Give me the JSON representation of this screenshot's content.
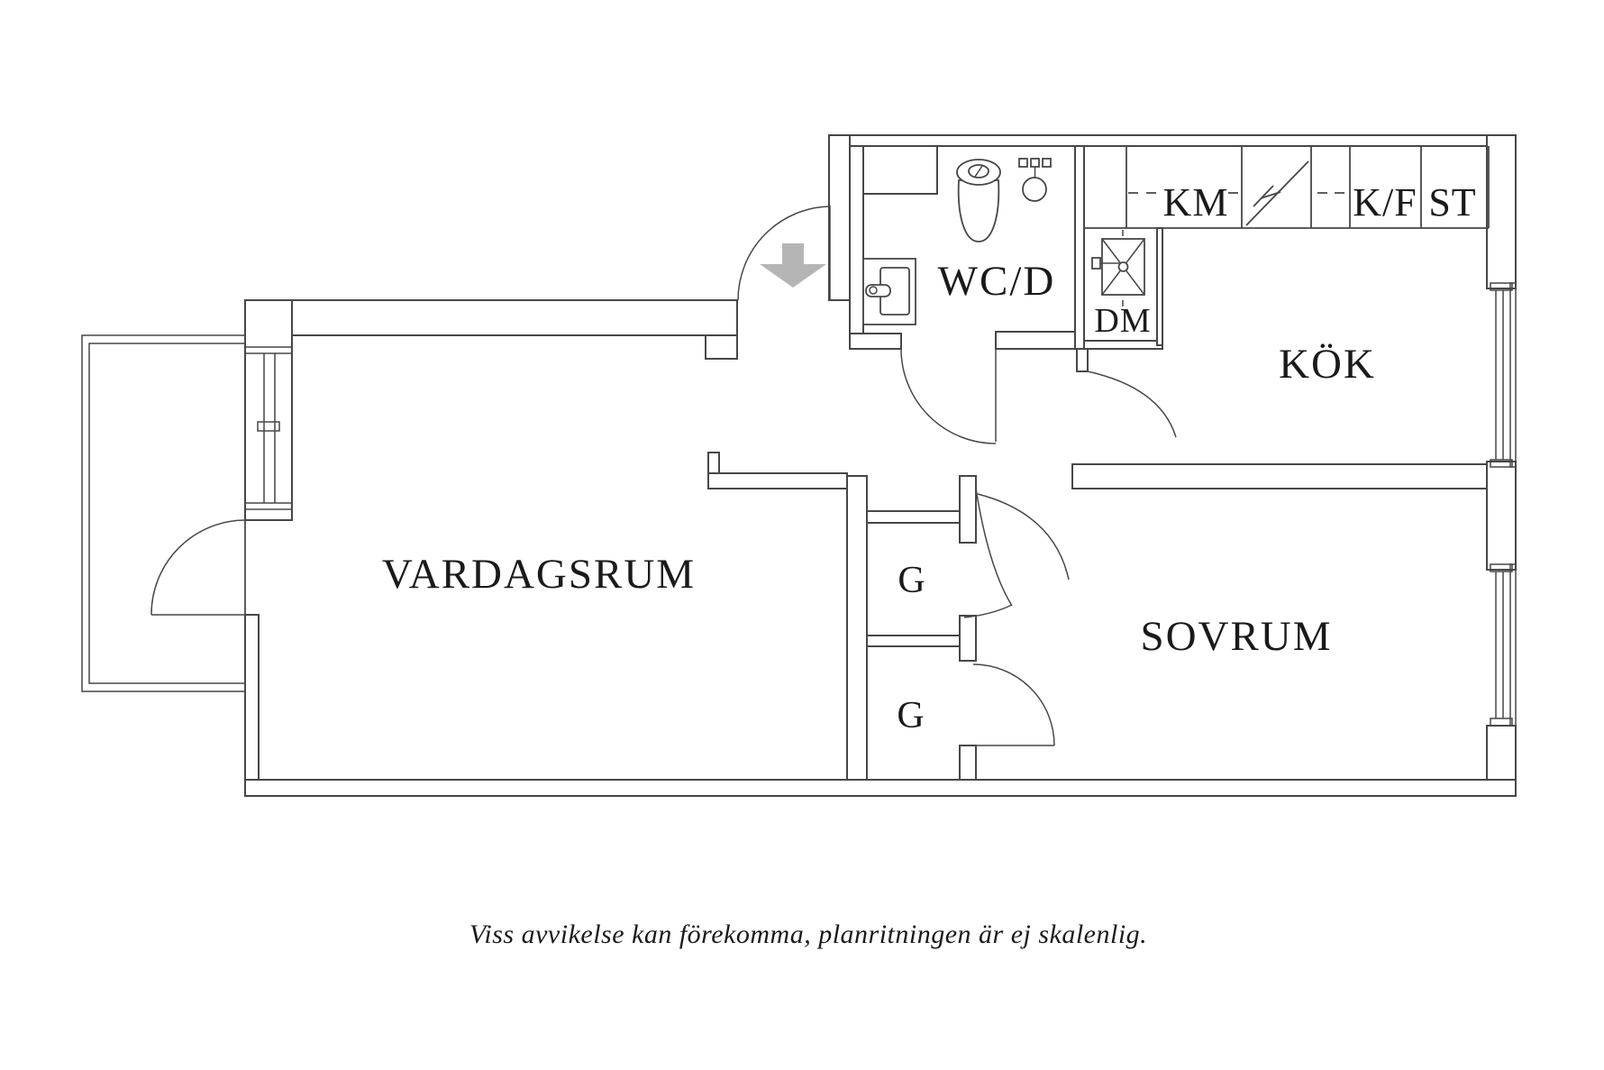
{
  "floorplan": {
    "labels": {
      "living_room": "VARDAGSRUM",
      "bedroom": "SOVRUM",
      "kitchen": "KÖK",
      "bathroom": "WC/D",
      "dishwasher": "DM",
      "washing_machine": "KM",
      "fridge_freezer": "K/F",
      "tall_cabinet": "ST",
      "wardrobe_1": "G",
      "wardrobe_2": "G"
    },
    "caption": "Viss avvikelse kan förekomma, planritningen är ej skalenlig.",
    "colors": {
      "wall": "#474747",
      "text": "#1a1a1a",
      "arrow": "#b5b5b5",
      "background": "#ffffff"
    }
  }
}
